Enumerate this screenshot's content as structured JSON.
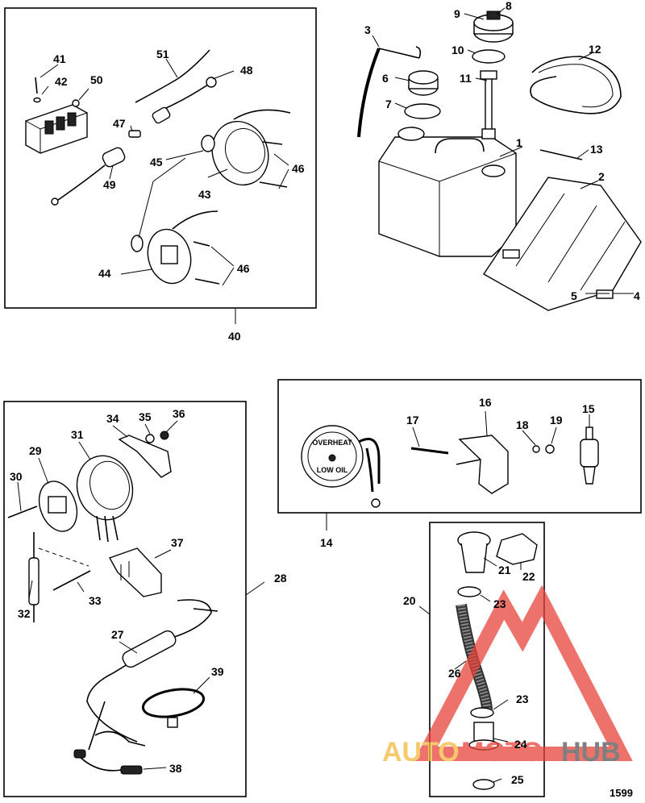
{
  "diagram_number": "1599",
  "watermark": {
    "part1": "AUTO",
    "part2": "MOTO",
    "part3": "HUB",
    "color_main": "#e8433b",
    "color_accent": "#f4b740",
    "color_dark": "#555555"
  },
  "labels": {
    "n1": "1",
    "n2": "2",
    "n3": "3",
    "n4": "4",
    "n5": "5",
    "n6": "6",
    "n7": "7",
    "n8": "8",
    "n9": "9",
    "n10": "10",
    "n11": "11",
    "n12": "12",
    "n13": "13",
    "n14": "14",
    "n15": "15",
    "n16": "16",
    "n17": "17",
    "n18": "18",
    "n19": "19",
    "n20": "20",
    "n21": "21",
    "n22": "22",
    "n23a": "23",
    "n23b": "23",
    "n24": "24",
    "n25": "25",
    "n26": "26",
    "n27": "27",
    "n28": "28",
    "n29": "29",
    "n30": "30",
    "n31": "31",
    "n32": "32",
    "n33": "33",
    "n34": "34",
    "n35": "35",
    "n36": "36",
    "n37": "37",
    "n38": "38",
    "n39": "39",
    "n40": "40",
    "n41": "41",
    "n42": "42",
    "n43": "43",
    "n44": "44",
    "n45": "45",
    "n46a": "46",
    "n46b": "46",
    "n47": "47",
    "n48": "48",
    "n49": "49",
    "n50": "50",
    "n51": "51"
  },
  "gauge_text": {
    "top": "OVERHEAT",
    "bottom": "LOW OIL"
  }
}
